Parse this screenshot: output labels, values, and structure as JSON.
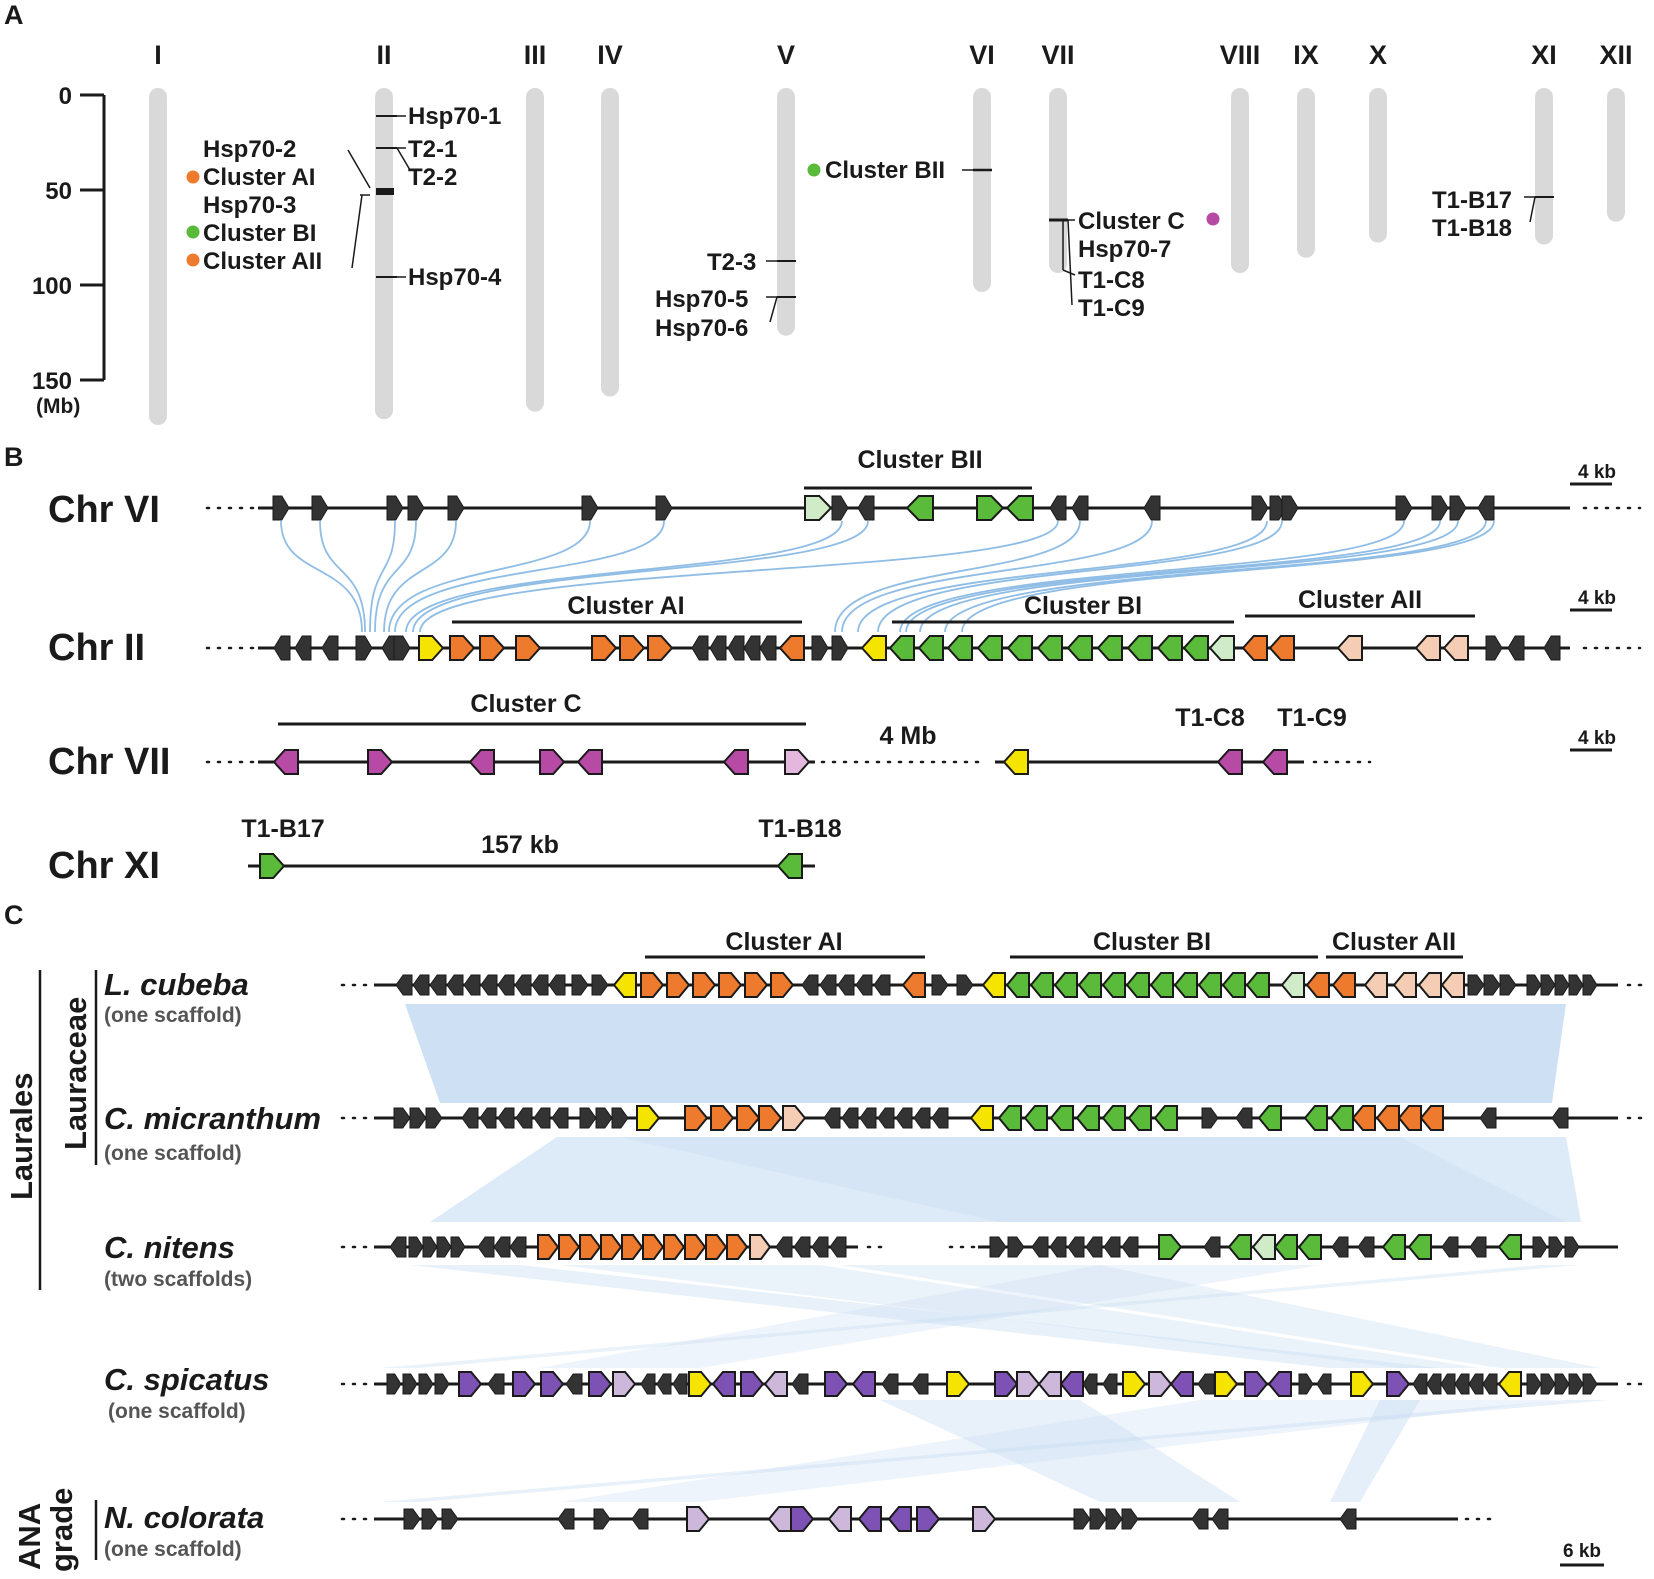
{
  "panel_labels": [
    "A",
    "B",
    "C"
  ],
  "colors": {
    "dark": "#333333",
    "orange": "#ee7a2e",
    "lightorange": "#f5cdb5",
    "green": "#5aba3a",
    "lightgreen": "#d0ebc7",
    "yellow": "#f5e400",
    "magenta": "#b64aa4",
    "lightmagenta": "#e3b8dc",
    "purple": "#7d52b4",
    "lightpurple": "#cdb8dc",
    "chrom": "#d9d9d9",
    "synteny": "#c6dcf2"
  },
  "panel_a": {
    "scale": {
      "ticks": [
        "0",
        "50",
        "100",
        "150"
      ],
      "unit": "(Mb)"
    },
    "chromosomes": [
      {
        "name": "I",
        "start": 0,
        "end": 170
      },
      {
        "name": "II",
        "start": 0,
        "end": 167
      },
      {
        "name": "III",
        "start": 0,
        "end": 163
      },
      {
        "name": "IV",
        "start": 0,
        "end": 155
      },
      {
        "name": "V",
        "start": 0,
        "end": 123
      },
      {
        "name": "VI",
        "start": 0,
        "end": 100
      },
      {
        "name": "VII",
        "start": 0,
        "end": 90
      },
      {
        "name": "VIII",
        "start": 0,
        "end": 90
      },
      {
        "name": "IX",
        "start": 0,
        "end": 82
      },
      {
        "name": "X",
        "start": 0,
        "end": 74
      },
      {
        "name": "XI",
        "start": 0,
        "end": 75
      },
      {
        "name": "XII",
        "start": 0,
        "end": 63
      }
    ],
    "labels": [
      {
        "text": "Hsp70-1"
      },
      {
        "text": "T2-1"
      },
      {
        "text": "T2-2"
      },
      {
        "text": "Hsp70-2"
      },
      {
        "text": "Cluster AI",
        "dot": "orange"
      },
      {
        "text": "Hsp70-3"
      },
      {
        "text": "Cluster BI",
        "dot": "green"
      },
      {
        "text": "Cluster AII",
        "dot": "orange"
      },
      {
        "text": "Hsp70-4"
      },
      {
        "text": "T2-3"
      },
      {
        "text": "Hsp70-5"
      },
      {
        "text": "Hsp70-6"
      },
      {
        "text": "Cluster BII",
        "dot": "green"
      },
      {
        "text": "Cluster C",
        "dot": "magenta"
      },
      {
        "text": "Hsp70-7"
      },
      {
        "text": "T1-C8"
      },
      {
        "text": "T1-C9"
      },
      {
        "text": "T1-B17"
      },
      {
        "text": "T1-B18"
      }
    ]
  },
  "panel_b": {
    "chr_vi": {
      "name": "Chr VI",
      "cluster": "Cluster BII",
      "scale": "4 kb"
    },
    "chr_ii": {
      "name": "Chr II",
      "clusters": [
        "Cluster AI",
        "Cluster BI",
        "Cluster AII"
      ],
      "scale": "4 kb"
    },
    "chr_vii": {
      "name": "Chr VII",
      "cluster": "Cluster C",
      "gap": "4 Mb",
      "genes": [
        "T1-C8",
        "T1-C9"
      ],
      "scale": "4 kb"
    },
    "chr_xi": {
      "name": "Chr XI",
      "genes": [
        "T1-B17",
        "T1-B18"
      ],
      "gap": "157 kb"
    }
  },
  "panel_c": {
    "clusters": [
      "Cluster AI",
      "Cluster BI",
      "Cluster AII"
    ],
    "species": [
      {
        "name": "L. cubeba",
        "note": "(one scaffold)"
      },
      {
        "name": "C. micranthum",
        "note": "(one scaffold)"
      },
      {
        "name": "C. nitens",
        "note": "(two scaffolds)"
      },
      {
        "name": "C. spicatus",
        "note": "(one scaffold)"
      },
      {
        "name": "N. colorata",
        "note": "(one scaffold)"
      }
    ],
    "groups": {
      "order": "Laurales",
      "family": "Lauraceae",
      "grade": [
        "ANA",
        "grade"
      ]
    },
    "scale": "6 kb"
  }
}
